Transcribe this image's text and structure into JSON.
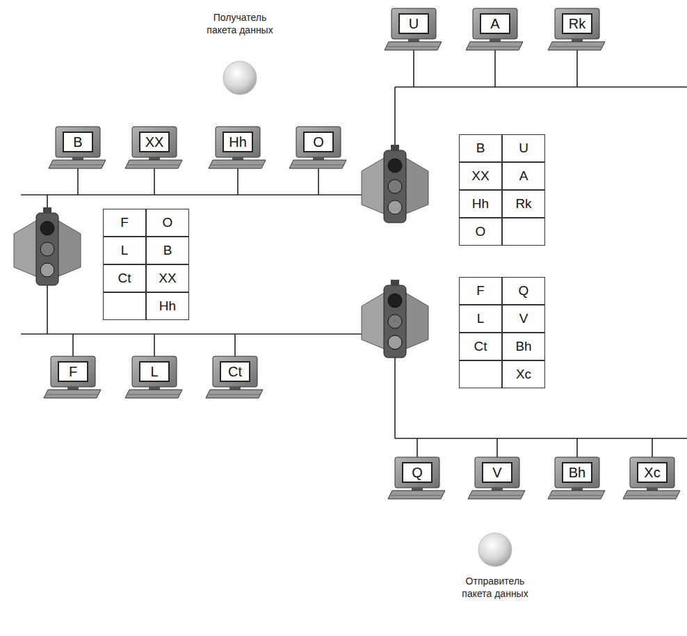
{
  "diagram": {
    "nodes": [
      {
        "text": [
          "U"
        ]
      },
      {
        "text": [
          "A"
        ]
      },
      {
        "text": [
          "Rk"
        ]
      },
      {
        "text": [
          "B"
        ]
      },
      {
        "text": [
          "XX"
        ]
      },
      {
        "text": [
          "Hh"
        ]
      },
      {
        "text": [
          "O"
        ]
      },
      {
        "text": [
          "F"
        ]
      },
      {
        "text": [
          "L"
        ]
      },
      {
        "text": [
          "Ct"
        ]
      },
      {
        "text": [
          "Q"
        ]
      },
      {
        "text": [
          "V"
        ]
      },
      {
        "text": [
          "Bh"
        ]
      },
      {
        "text": [
          "Xc"
        ]
      }
    ],
    "labels": [
      "Получатель пакета данных",
      "B",
      "U",
      "XX",
      "A",
      "Hh",
      "Rk",
      "O",
      "F",
      "O",
      "L",
      "B",
      "Ct",
      "XX",
      "Hh",
      "F",
      "Q",
      "L",
      "V",
      "Ct",
      "Bh",
      "Xc",
      "Отправитель пакета данных"
    ]
  }
}
